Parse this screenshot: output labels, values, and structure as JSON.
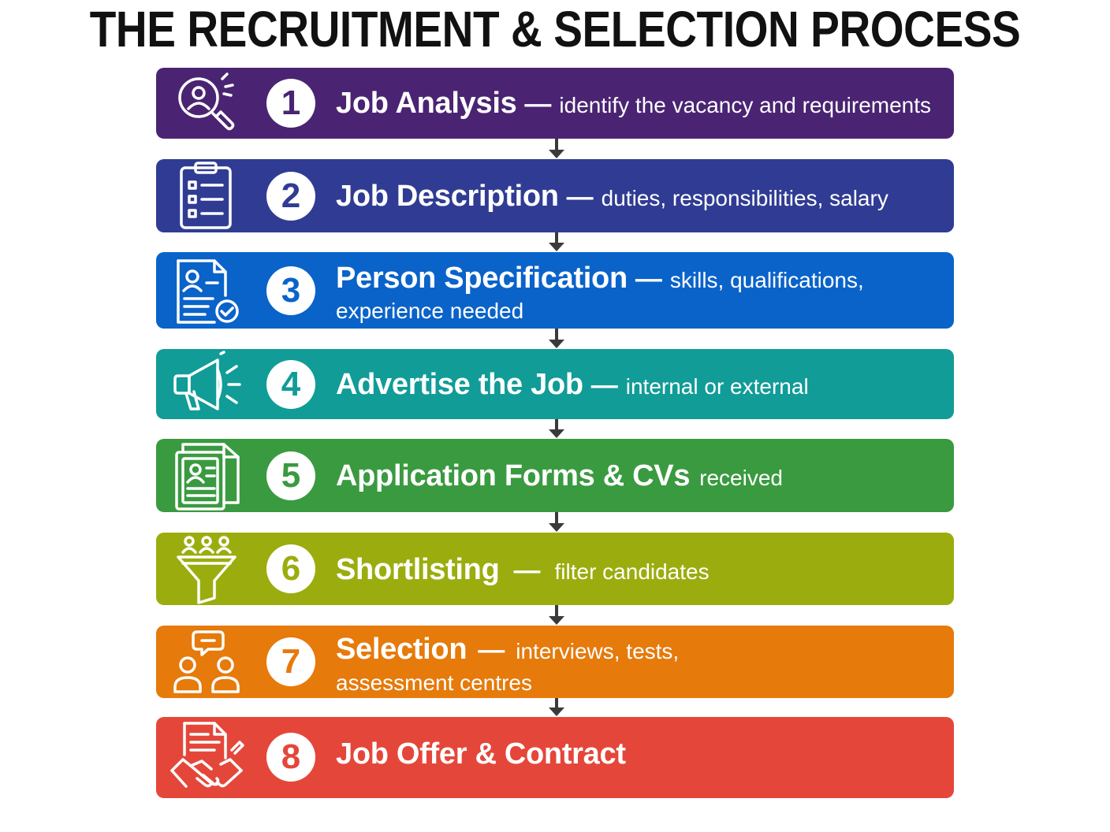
{
  "title": "THE RECRUITMENT & SELECTION PROCESS",
  "steps": [
    {
      "number": "1",
      "title": "Job Analysis",
      "separator": "—",
      "description": "identify the vacancy and requirements",
      "color": "#4a2472",
      "icon": "magnifier-person-icon"
    },
    {
      "number": "2",
      "title": "Job Description",
      "separator": "—",
      "description": "duties, responsibilities, salary",
      "color": "#303c93",
      "icon": "clipboard-checklist-icon"
    },
    {
      "number": "3",
      "title": "Person Specification",
      "separator": "—",
      "description": "skills, qualifications,",
      "description_line2": "experience needed",
      "color": "#0a63c9",
      "icon": "profile-document-check-icon"
    },
    {
      "number": "4",
      "title": "Advertise the Job",
      "separator": "—",
      "description": "internal or external",
      "color": "#119c98",
      "icon": "megaphone-icon"
    },
    {
      "number": "5",
      "title": "Application Forms & CVs",
      "separator": "",
      "description": "received",
      "color": "#3a9a40",
      "icon": "cv-documents-icon"
    },
    {
      "number": "6",
      "title": "Shortlisting",
      "separator": "—",
      "description": "filter candidates",
      "color": "#9bad0e",
      "icon": "candidates-funnel-icon"
    },
    {
      "number": "7",
      "title": "Selection",
      "separator": "—",
      "description": "interviews, tests,",
      "description_line2": "assessment centres",
      "color": "#e67a0b",
      "icon": "interview-people-icon"
    },
    {
      "number": "8",
      "title": "Job Offer & Contract",
      "separator": "",
      "description": "",
      "color": "#e4473a",
      "icon": "contract-handshake-icon"
    }
  ]
}
